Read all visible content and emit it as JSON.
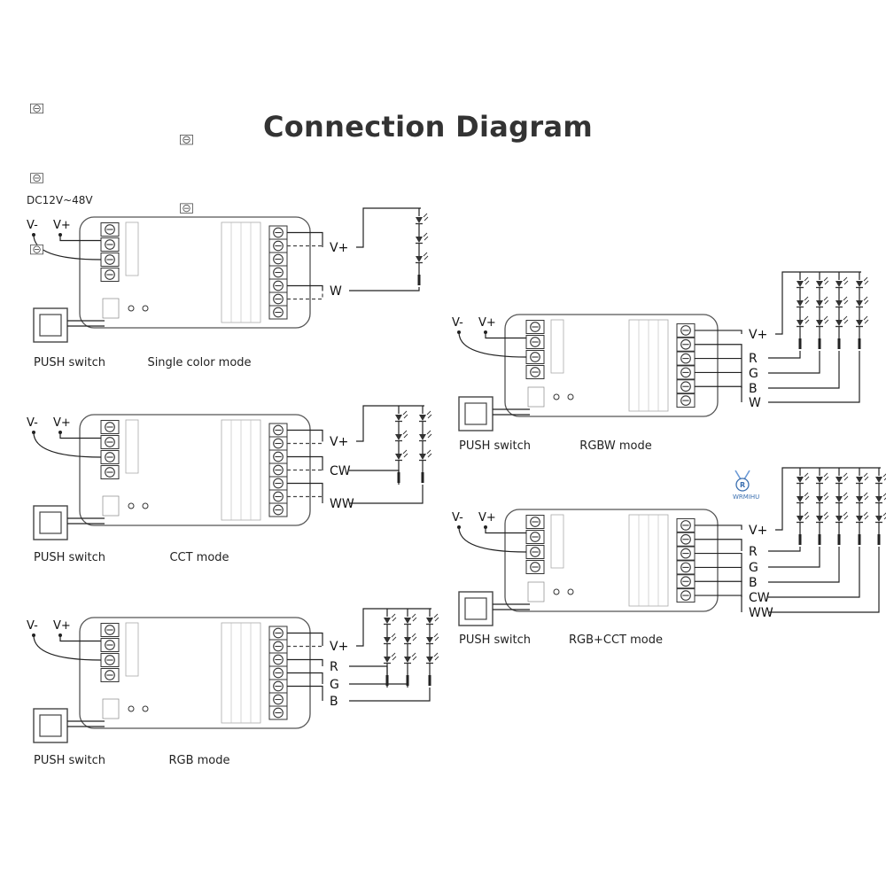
{
  "title": "Connection Diagram",
  "supply_label": "DC12V~48V",
  "watermark": "WRMIHU",
  "panels": [
    {
      "id": "single",
      "mode": "Single color mode",
      "switch_label": "PUSH  switch",
      "v_minus": "V-",
      "v_plus": "V+",
      "outputs": [
        "V+",
        "W"
      ]
    },
    {
      "id": "cct",
      "mode": "CCT mode",
      "switch_label": "PUSH  switch",
      "v_minus": "V-",
      "v_plus": "V+",
      "outputs": [
        "V+",
        "CW",
        "WW"
      ]
    },
    {
      "id": "rgb",
      "mode": "RGB mode",
      "switch_label": "PUSH  switch",
      "v_minus": "V-",
      "v_plus": "V+",
      "outputs": [
        "V+",
        "R",
        "G",
        "B"
      ]
    },
    {
      "id": "rgbw",
      "mode": "RGBW mode",
      "switch_label": "PUSH  switch",
      "v_minus": "V-",
      "v_plus": "V+",
      "outputs": [
        "V+",
        "R",
        "G",
        "B",
        "W"
      ]
    },
    {
      "id": "rgbcct",
      "mode": "RGB+CCT mode",
      "switch_label": "PUSH  switch",
      "v_minus": "V-",
      "v_plus": "V+",
      "outputs": [
        "V+",
        "R",
        "G",
        "B",
        "CW",
        "WW"
      ]
    }
  ],
  "colors": {
    "line": "#222222",
    "dash": "#444444",
    "box": "#555555",
    "watermark": "#3a6fb0"
  },
  "icons": [
    "led-diode-icon",
    "screw-terminal-icon",
    "push-switch-icon",
    "watermark-logo-icon"
  ]
}
